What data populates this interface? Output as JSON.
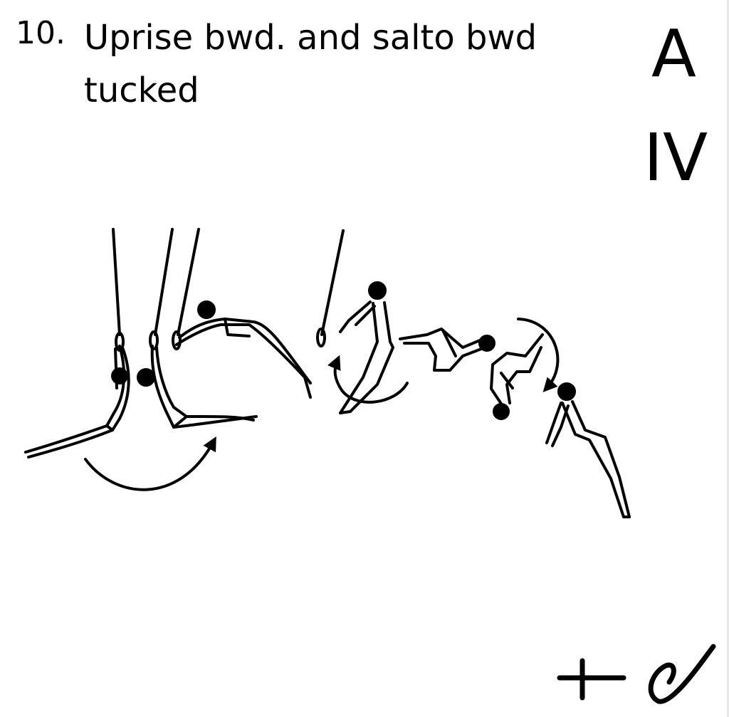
{
  "element": {
    "number": "10.",
    "title": "Uprise bwd. and salto bwd tucked",
    "value": "A",
    "group": "IV"
  }
}
